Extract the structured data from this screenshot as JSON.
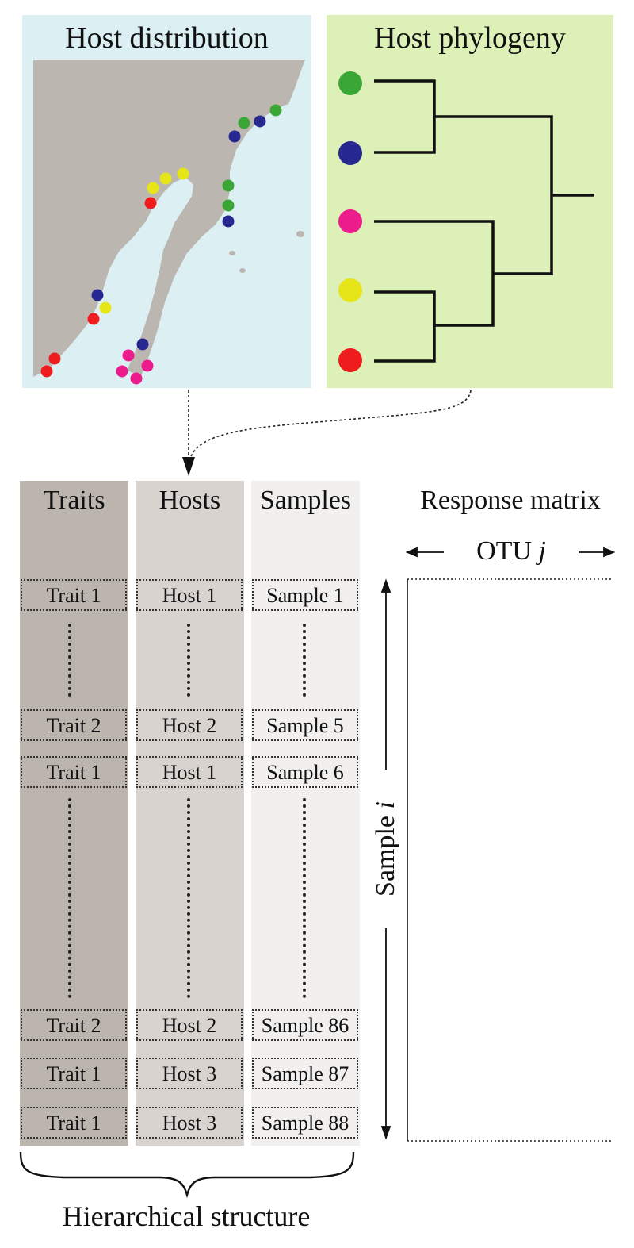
{
  "panels": {
    "distribution_title": "Host distribution",
    "phylogeny_title": "Host phylogeny"
  },
  "colors": {
    "green": "#3aa635",
    "blue": "#26278f",
    "magenta": "#ec1c8c",
    "yellow": "#e6e51a",
    "red": "#ee1c1c",
    "sea": "#dcf0f4",
    "land": "#bcb6b0",
    "phylo_bg": "#ddf0b8",
    "traits_bg": "#bbb5ae",
    "hosts_bg": "#d8d3ce",
    "samples_bg": "#f1f0ef"
  },
  "phylogeny_tips": [
    "green",
    "blue",
    "magenta",
    "yellow",
    "red"
  ],
  "columns": {
    "traits_title": "Traits",
    "hosts_title": "Hosts",
    "samples_title": "Samples"
  },
  "rows": [
    {
      "trait": "Trait 1",
      "host": "Host 1",
      "sample": "Sample 1"
    },
    {
      "trait": "Trait 2",
      "host": "Host 2",
      "sample": "Sample 5"
    },
    {
      "trait": "Trait 1",
      "host": "Host 1",
      "sample": "Sample 6"
    },
    {
      "trait": "Trait 2",
      "host": "Host 2",
      "sample": "Sample 86"
    },
    {
      "trait": "Trait 1",
      "host": "Host 3",
      "sample": "Sample 87"
    },
    {
      "trait": "Trait 1",
      "host": "Host 3",
      "sample": "Sample 88"
    }
  ],
  "response": {
    "title": "Response matrix",
    "otu_prefix": "OTU ",
    "otu_var": "j",
    "sample_prefix": "Sample ",
    "sample_var": "i"
  },
  "footer": {
    "label": "Hierarchical structure"
  }
}
